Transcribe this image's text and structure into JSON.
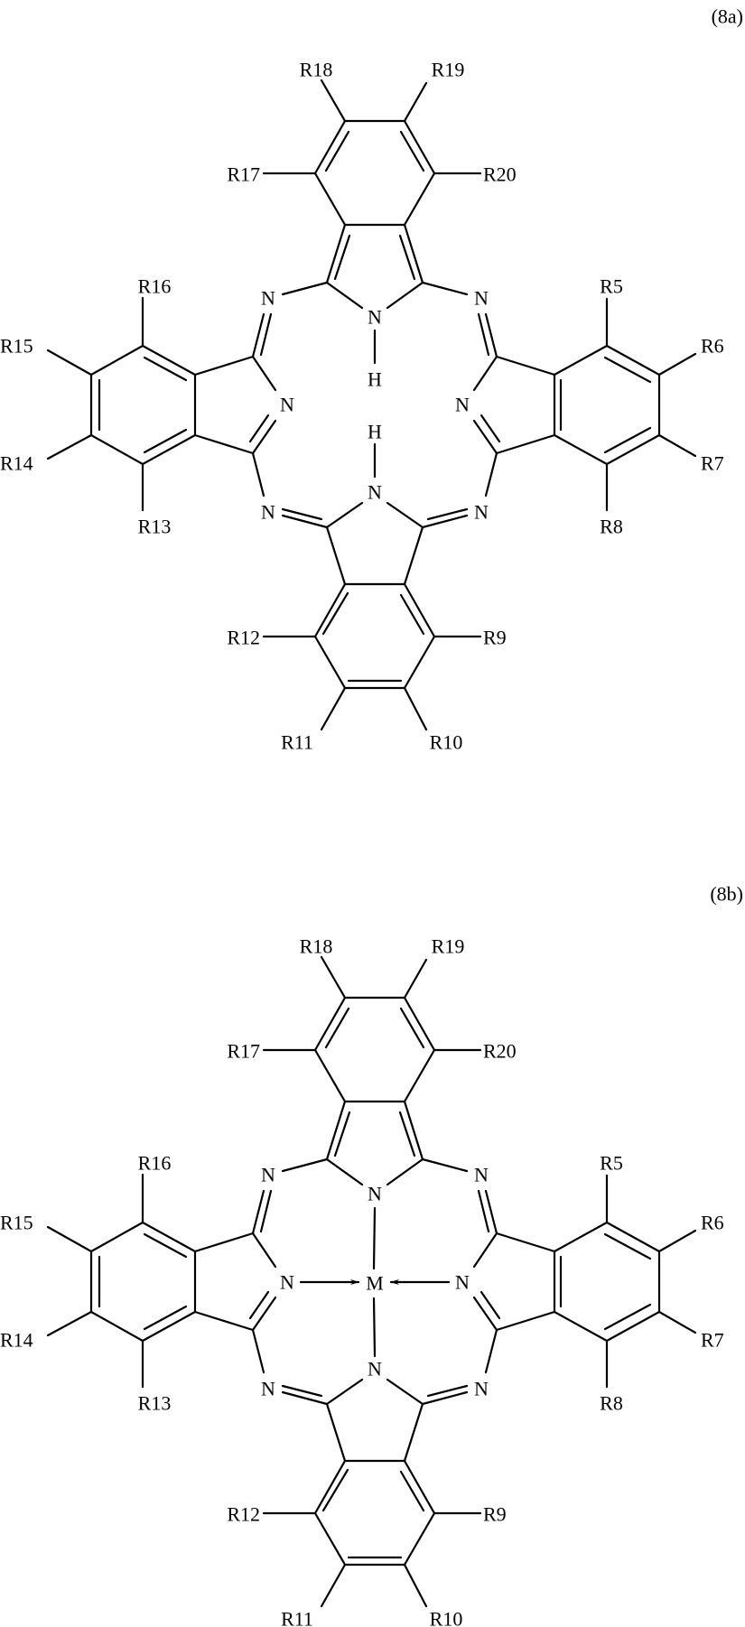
{
  "figure_8a": {
    "label": "(8a)",
    "substituents": {
      "r5": "R5",
      "r6": "R6",
      "r7": "R7",
      "r8": "R8",
      "r9": "R9",
      "r10": "R10",
      "r11": "R11",
      "r12": "R12",
      "r13": "R13",
      "r14": "R14",
      "r15": "R15",
      "r16": "R16",
      "r17": "R17",
      "r18": "R18",
      "r19": "R19",
      "r20": "R20"
    },
    "atoms": {
      "meso_n": "N",
      "ring_n": "N",
      "h": "H"
    }
  },
  "figure_8b": {
    "label": "(8b)",
    "substituents": {
      "r5": "R5",
      "r6": "R6",
      "r7": "R7",
      "r8": "R8",
      "r9": "R9",
      "r10": "R10",
      "r11": "R11",
      "r12": "R12",
      "r13": "R13",
      "r14": "R14",
      "r15": "R15",
      "r16": "R16",
      "r17": "R17",
      "r18": "R18",
      "r19": "R19",
      "r20": "R20"
    },
    "atoms": {
      "meso_n": "N",
      "ring_n": "N",
      "metal": "M"
    }
  }
}
